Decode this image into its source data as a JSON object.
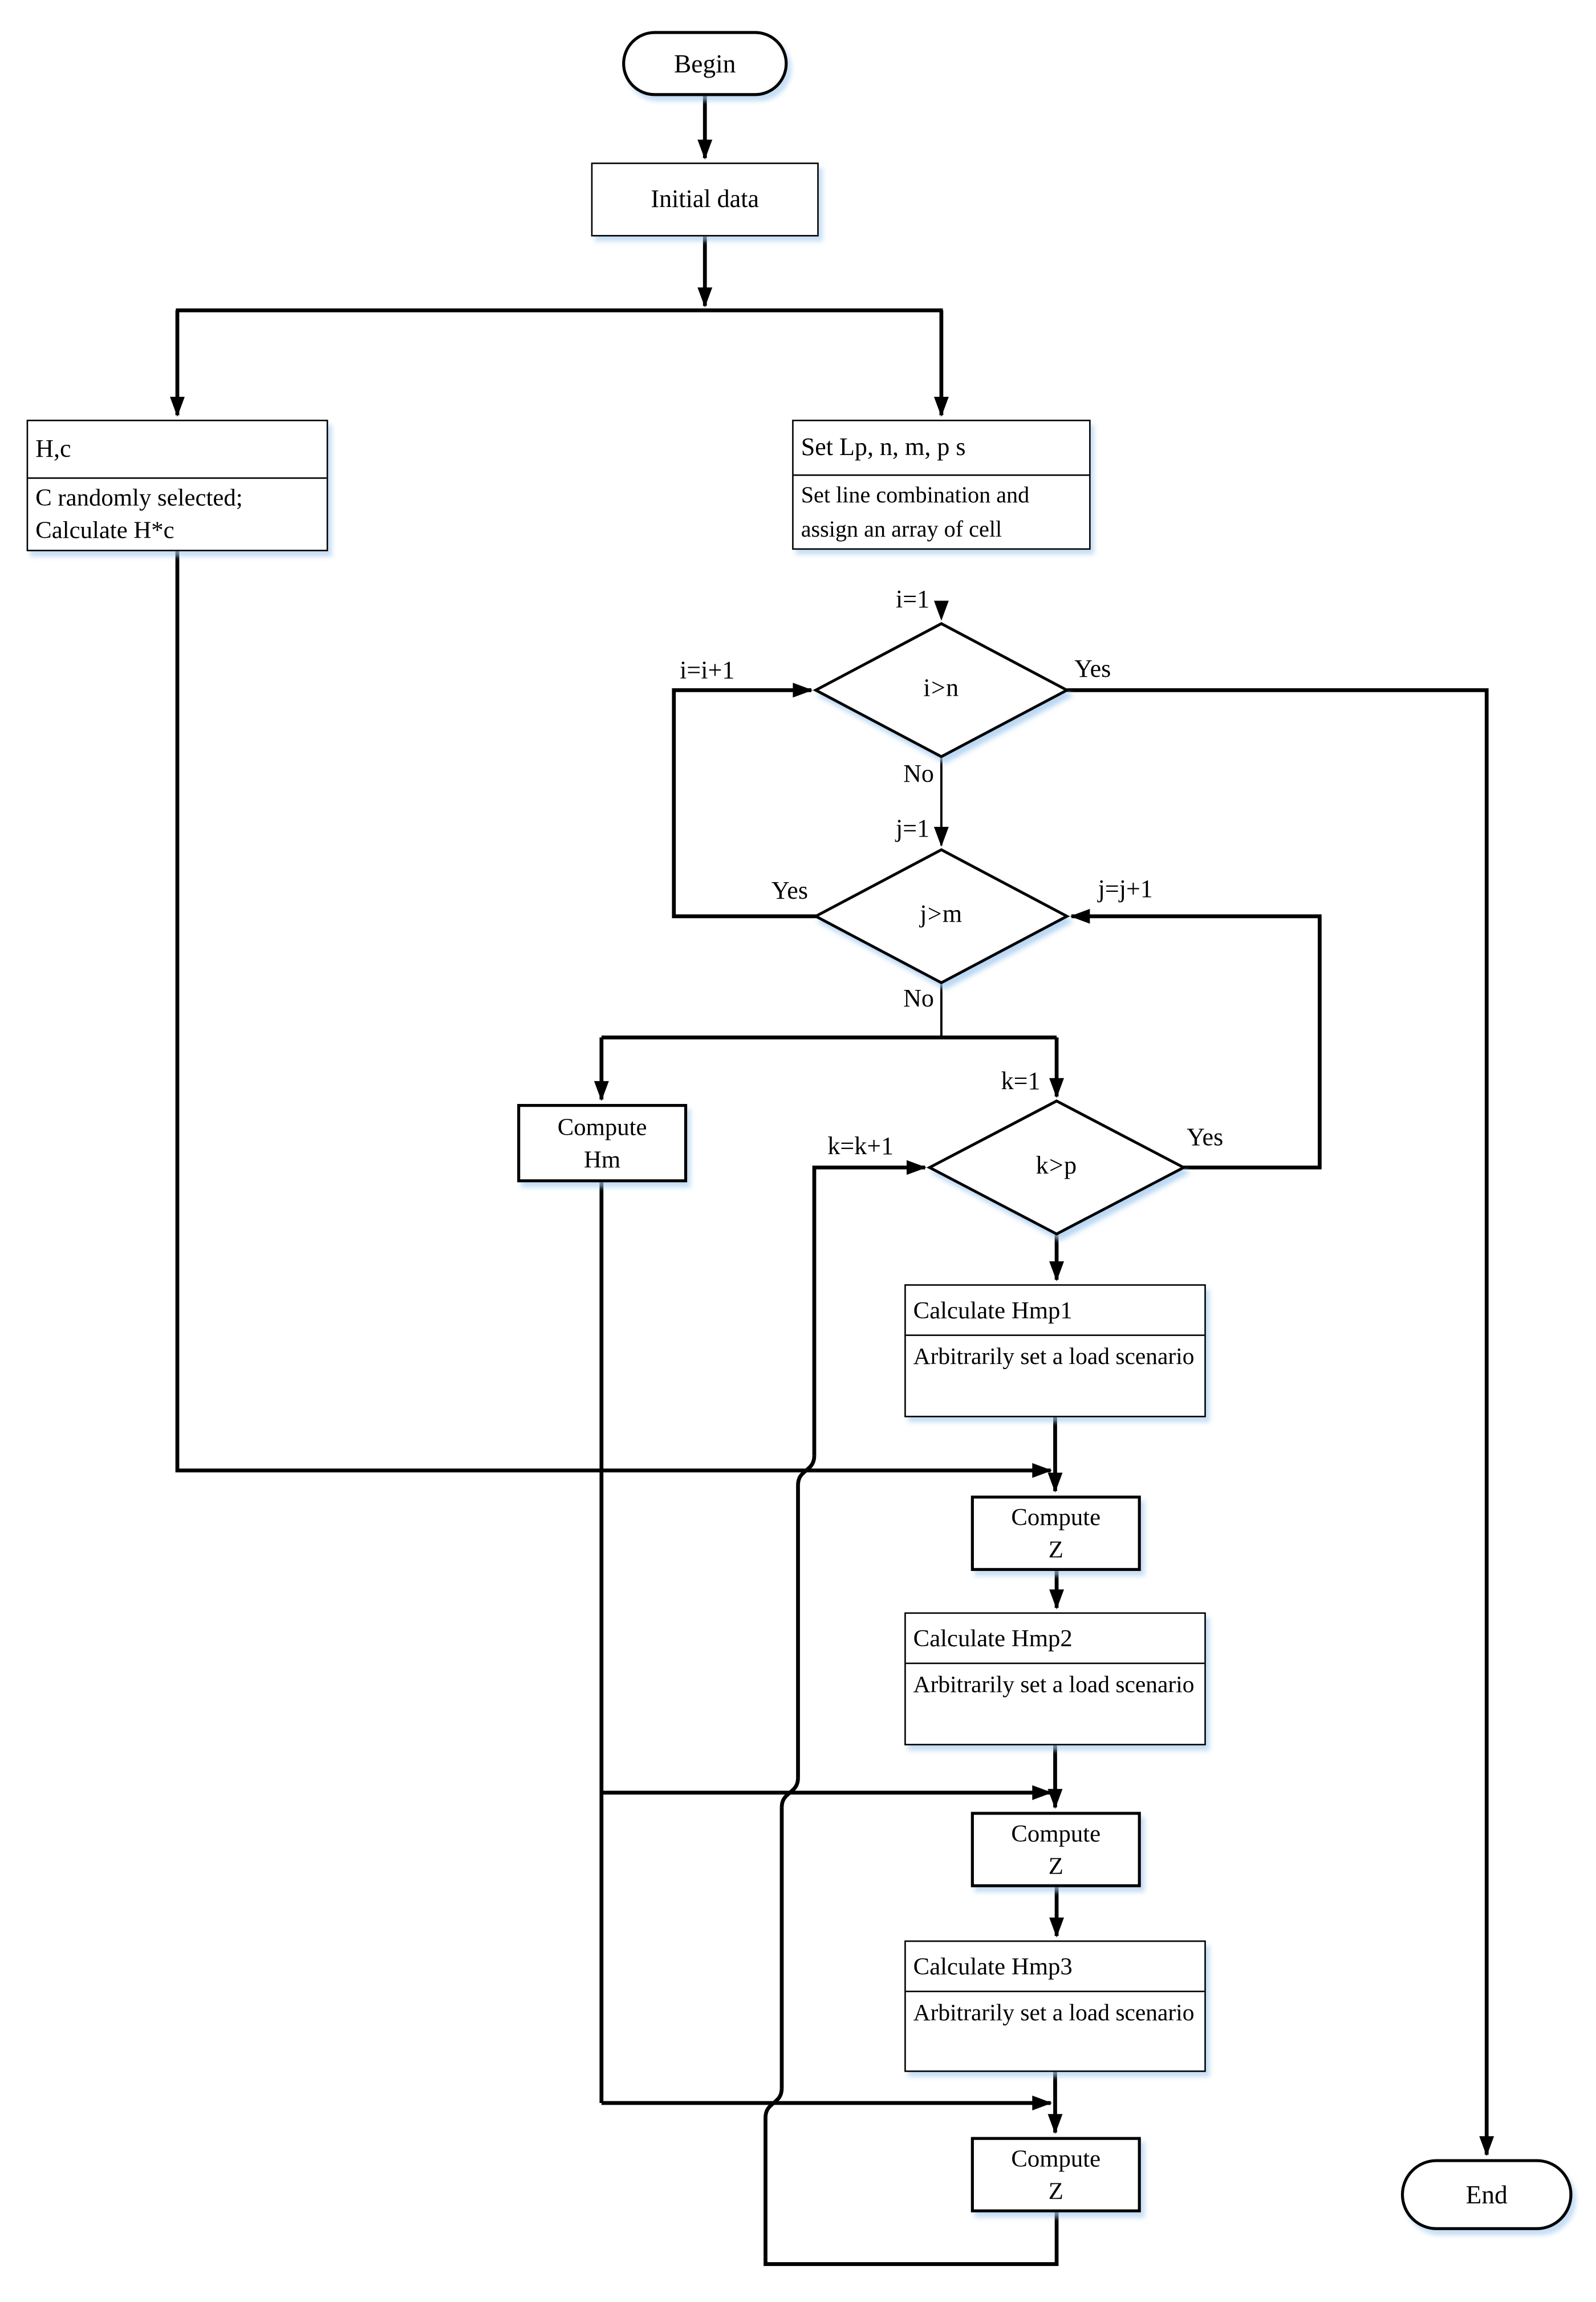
{
  "figure": {
    "kind": "flowchart",
    "colors": {
      "line": "#000000",
      "node_fill": "#ffffff",
      "text": "#000000",
      "shadow": "#a8cdf0"
    },
    "nodes": {
      "begin": {
        "label": "Begin"
      },
      "initial_data": {
        "label": "Initial data"
      },
      "hc": {
        "header": "H,c",
        "body": "C randomly selected; Calculate H*c"
      },
      "set_lp": {
        "header": "Set Lp, n, m, p s",
        "body": "Set line combination and assign an array of cell"
      },
      "decision_i": {
        "label": "i>n"
      },
      "decision_j": {
        "label": "j>m"
      },
      "decision_k": {
        "label": "k>p"
      },
      "compute_hm": {
        "line1": "Compute",
        "line2": "Hm"
      },
      "calc_hmp1": {
        "header": "Calculate Hmp1",
        "body": "Arbitrarily set a load scenario"
      },
      "compute_z1": {
        "line1": "Compute",
        "line2": "Z"
      },
      "calc_hmp2": {
        "header": "Calculate Hmp2",
        "body": "Arbitrarily set a load scenario"
      },
      "compute_z2": {
        "line1": "Compute",
        "line2": "Z"
      },
      "calc_hmp3": {
        "header": "Calculate Hmp3",
        "body": "Arbitrarily set a load scenario"
      },
      "compute_z3": {
        "line1": "Compute",
        "line2": "Z"
      },
      "end": {
        "label": "End"
      }
    },
    "edge_labels": {
      "i_init": "i=1",
      "i_inc": "i=i+1",
      "i_yes": "Yes",
      "i_no": "No",
      "j_init": "j=1",
      "j_inc": "j=j+1",
      "j_yes": "Yes",
      "j_no": "No",
      "k_init": "k=1",
      "k_inc": "k=k+1",
      "k_yes": "Yes"
    }
  }
}
